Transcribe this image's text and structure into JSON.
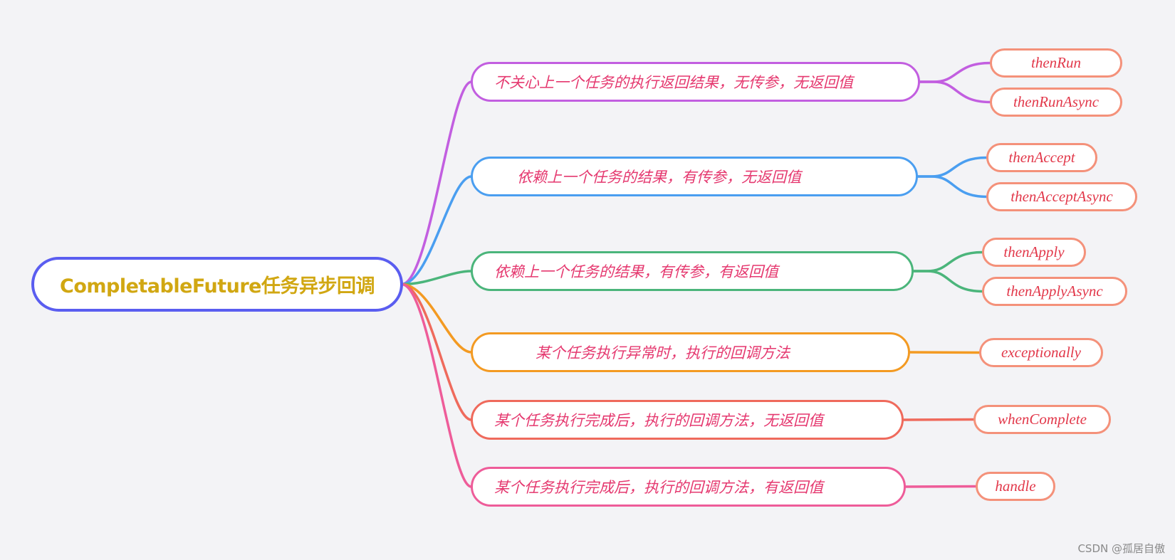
{
  "root": {
    "label": "CompletableFuture任务异步回调",
    "border_color": "#5a5df0",
    "text_color": "#d1a712"
  },
  "branches": [
    {
      "label": "不关心上一个任务的执行返回结果，无传参，无返回值",
      "color": "#c25ee0",
      "leaves": [
        "thenRun",
        "thenRunAsync"
      ]
    },
    {
      "label": "依赖上一个任务的结果，有传参，无返回值",
      "color": "#4a9ef0",
      "leaves": [
        "thenAccept",
        "thenAcceptAsync"
      ]
    },
    {
      "label": "依赖上一个任务的结果，有传参，有返回值",
      "color": "#4bb57b",
      "leaves": [
        "thenApply",
        "thenApplyAsync"
      ]
    },
    {
      "label": "某个任务执行异常时，执行的回调方法",
      "color": "#f39a22",
      "leaves": [
        "exceptionally"
      ]
    },
    {
      "label": "某个任务执行完成后，执行的回调方法，无返回值",
      "color": "#ef6a5c",
      "leaves": [
        "whenComplete"
      ]
    },
    {
      "label": "某个任务执行完成后，执行的回调方法，有返回值",
      "color": "#ee5c99",
      "leaves": [
        "handle"
      ]
    }
  ],
  "leaf_style": {
    "border_color": "#f4917a",
    "text_color": "#e2384a"
  },
  "mid_text_color": "#e5386f",
  "watermark": "CSDN @孤居自傲"
}
